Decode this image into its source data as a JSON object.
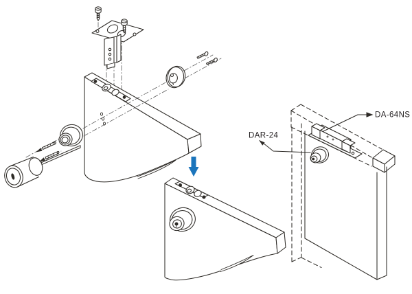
{
  "diagram": {
    "type": "exploded-assembly-technical-drawing",
    "labels": {
      "door_cylinder": "DAR-24",
      "deadlock_unit": "DA-64NS"
    },
    "colors": {
      "background": "#ffffff",
      "line": "#2d2a26",
      "center_line": "#5a5a5a",
      "insert_arrow_blue": "#1b75bc"
    },
    "icons": {
      "down_arrow": "insertion-direction-arrow",
      "leader_arrowheads": "callout-pointer"
    }
  }
}
